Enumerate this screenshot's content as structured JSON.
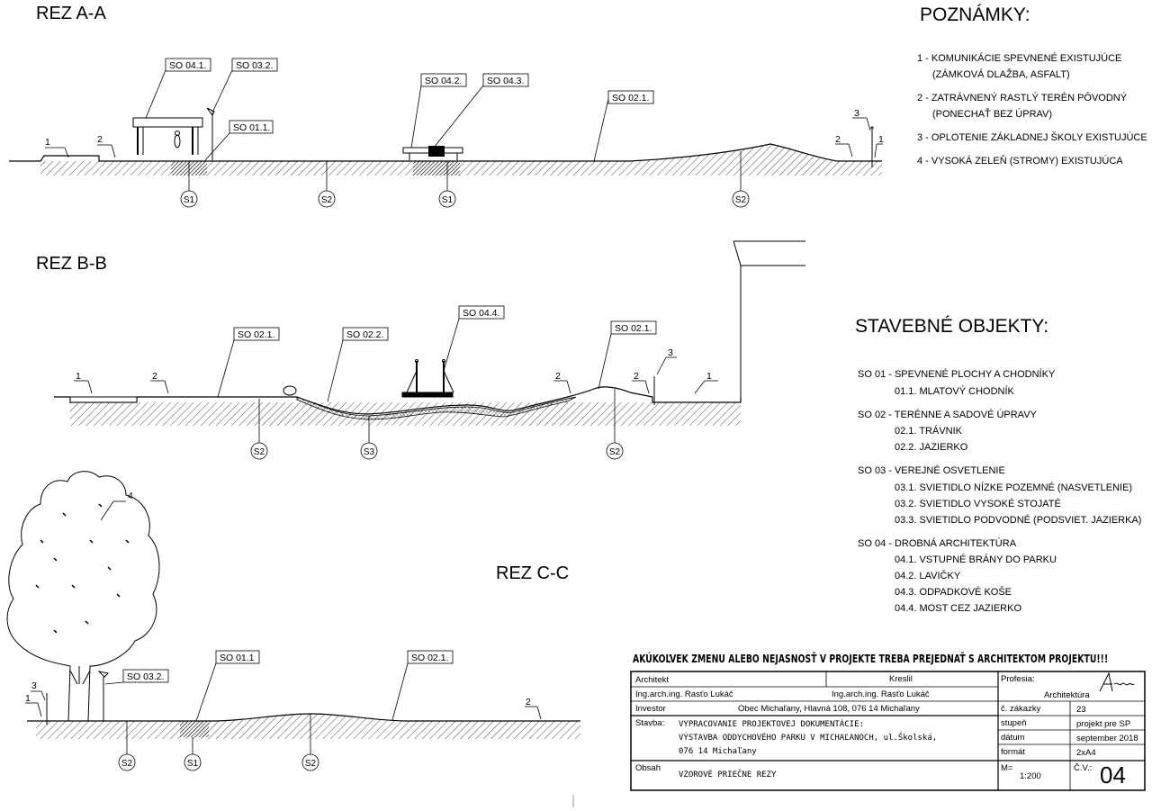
{
  "sections": {
    "aa": {
      "title": "REZ A-A"
    },
    "bb": {
      "title": "REZ B-B"
    },
    "cc": {
      "title": "REZ C-C"
    }
  },
  "labels": {
    "aa": [
      "SO 04.1.",
      "SO 03.2.",
      "SO 01.1.",
      "SO 04.2.",
      "SO 04.3.",
      "SO 02.1."
    ],
    "bb": [
      "SO 02.1.",
      "SO 02.2.",
      "SO 04.4.",
      "SO 02.1."
    ],
    "cc": [
      "SO 01.1",
      "SO 03.2.",
      "SO 02.1."
    ]
  },
  "markers": {
    "aa": [
      "S1",
      "S2",
      "S1",
      "S2"
    ],
    "bb": [
      "S2",
      "S3",
      "S2"
    ],
    "cc": [
      "S2",
      "S1",
      "S2"
    ]
  },
  "numbers": {
    "aa": [
      "1",
      "2",
      "3",
      "2",
      "1"
    ],
    "bb": [
      "1",
      "2",
      "2",
      "2",
      "3",
      "1"
    ],
    "cc": [
      "3",
      "1",
      "2",
      "4"
    ]
  },
  "notes": {
    "title": "POZNÁMKY:",
    "items": [
      {
        "line1": "1 - KOMUNIKÁCIE SPEVNENÉ EXISTUJÚCE",
        "line2": "(ZÁMKOVÁ DLAŽBA, ASFALT)"
      },
      {
        "line1": "2 - ZATRÁVNENÝ RASTLÝ TERÉN PÔVODNÝ",
        "line2": "(PONECHAŤ BEZ ÚPRAV)"
      },
      {
        "line1": "3 - OPLOTENIE ZÁKLADNEJ ŠKOLY EXISTUJÚCE",
        "line2": ""
      },
      {
        "line1": "4 - VYSOKÁ ZELEŇ (STROMY) EXISTUJÚCA",
        "line2": ""
      }
    ]
  },
  "objects": {
    "title": "STAVEBNÉ OBJEKTY:",
    "groups": [
      {
        "head": "SO 01 - SPEVNENÉ PLOCHY A CHODNÍKY",
        "items": [
          "01.1. MLATOVÝ CHODNÍK"
        ]
      },
      {
        "head": "SO 02 - TERÉNNE A SADOVÉ ÚPRAVY",
        "items": [
          "02.1. TRÁVNIK",
          "02.2. JAZIERKO"
        ]
      },
      {
        "head": "SO 03 - VEREJNÉ OSVETLENIE",
        "items": [
          "03.1. SVIETIDLO NÍZKE POZEMNÉ (NASVETLENIE)",
          "03.2. SVIETIDLO VYSOKÉ STOJATÉ",
          "03.3. SVIETIDLO PODVODNÉ (PODSVIET. JAZIERKA)"
        ]
      },
      {
        "head": "SO 04 - DROBNÁ ARCHITEKTÚRA",
        "items": [
          "04.1. VSTUPNÉ BRÁNY DO PARKU",
          "04.2. LAVIČKY",
          "04.3. ODPADKOVÉ KOŠE",
          "04.4. MOST CEZ JAZIERKO"
        ]
      }
    ]
  },
  "warning": "AKÚKOĽVEK ZMENU ALEBO NEJASNOSŤ V PROJEKTE TREBA PREJEDNAŤ S ARCHITEKTOM PROJEKTU!!!",
  "titleblock": {
    "architekt_label": "Architekt",
    "architekt_value": "Ing.arch.ing. Rasťo Lukáč",
    "kreslil_label": "Kreslil",
    "kreslil_value": "Ing.arch.ing. Rasťo Lukáč",
    "investor_label": "Investor",
    "investor_value": "Obec Michaľany, Hlavná 108, 076 14 Michaľany",
    "stavba_label": "Stavba:",
    "stavba_lines": [
      "VYPRACOVANIE PROJEKTOVEJ DOKUMENTÁCIE:",
      "VÝSTAVBA ODDYCHOVÉHO PARKU V MICHAĽANOCH, ul.Školská,",
      "076 14 Michaľany"
    ],
    "obsah_label": "Obsah",
    "obsah_value": "VZOROVÉ PRIEČNE REZY",
    "mierka_label": "M=",
    "mierka_value": "1:200",
    "profesia_label": "Profesia:",
    "profesia_value": "Architektúra",
    "zakazka_label": "č. zákazky",
    "zakazka_value": "23",
    "stupen_label": "stupeň",
    "stupen_value": "projekt pre SP",
    "datum_label": "dátum",
    "datum_value": "september 2018",
    "format_label": "formát",
    "format_value": "2xA4",
    "cv_label": "Č.V.:",
    "cv_value": "04"
  }
}
